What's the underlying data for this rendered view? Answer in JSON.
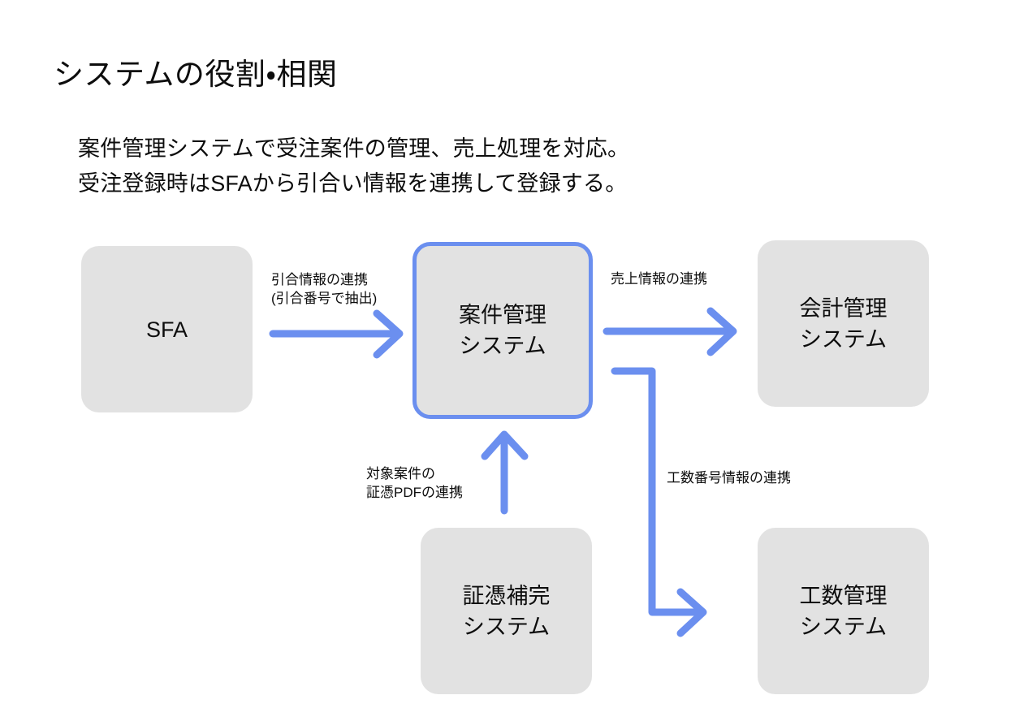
{
  "slide": {
    "title": "システムの役割・相関",
    "body_lines": [
      "案件管理システムで受注案件の管理、売上処理を対応。",
      "受注登録時はSFAから引合い情報を連携して登録する。"
    ]
  },
  "colors": {
    "background": "#ffffff",
    "node_fill": "#e2e2e2",
    "accent_blue": "#6b8fef",
    "text": "#0d0d0d"
  },
  "diagram": {
    "nodes": [
      {
        "id": "sfa",
        "label": "SFA",
        "highlighted": false
      },
      {
        "id": "anken",
        "label": "案件管理\nシステム",
        "highlighted": true
      },
      {
        "id": "kaikei",
        "label": "会計管理\nシステム",
        "highlighted": false
      },
      {
        "id": "shohyo",
        "label": "証憑補完\nシステム",
        "highlighted": false
      },
      {
        "id": "kosu",
        "label": "工数管理\nシステム",
        "highlighted": false
      }
    ],
    "edges": [
      {
        "id": "e-hikiai",
        "from": "sfa",
        "to": "anken",
        "label": "引合情報の連携\n(引合番号で抽出)",
        "direction": "right"
      },
      {
        "id": "e-uriage",
        "from": "anken",
        "to": "kaikei",
        "label": "売上情報の連携",
        "direction": "right"
      },
      {
        "id": "e-shohyo",
        "from": "shohyo",
        "to": "anken",
        "label": "対象案件の\n証憑PDFの連携",
        "direction": "up"
      },
      {
        "id": "e-kosu",
        "from": "anken",
        "to": "kosu",
        "label": "工数番号情報の連携",
        "direction": "right-down"
      }
    ]
  }
}
